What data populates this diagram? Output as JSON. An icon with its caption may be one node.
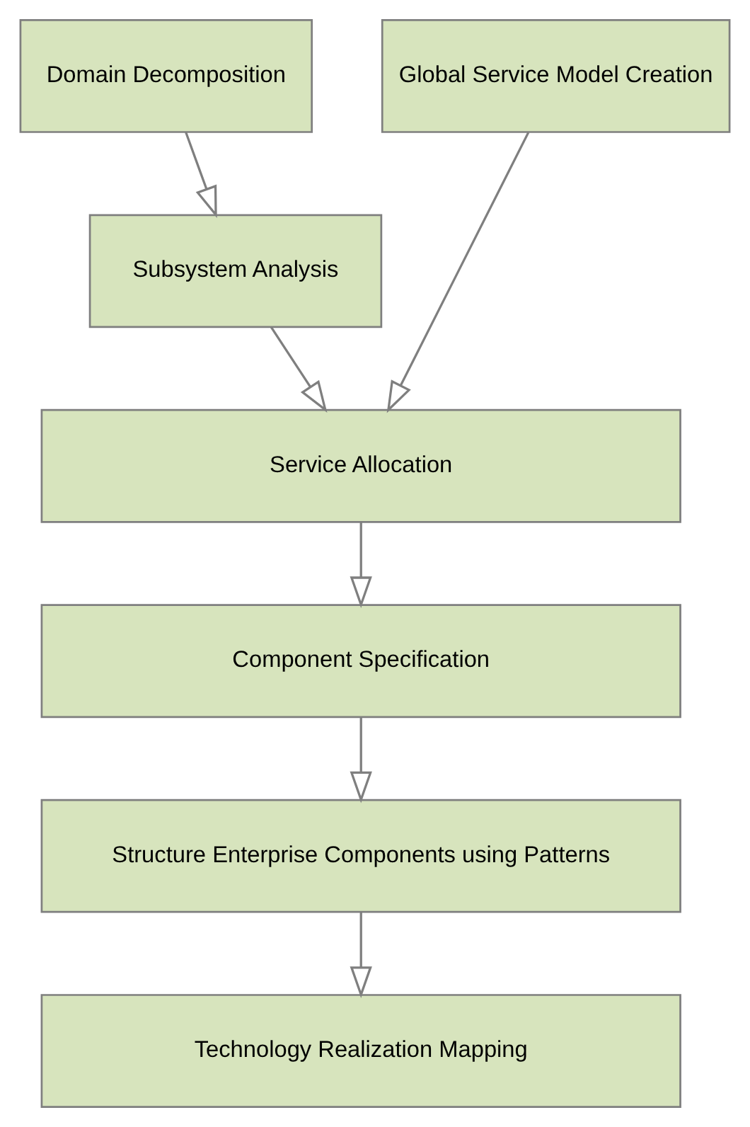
{
  "diagram": {
    "nodes": [
      {
        "text": [
          "Domain Decomposition"
        ]
      },
      {
        "text": [
          "Global Service Model Creation"
        ]
      },
      {
        "text": [
          "Subsystem Analysis"
        ]
      },
      {
        "text": [
          "Service Allocation"
        ]
      },
      {
        "text": [
          "Component Specification"
        ]
      },
      {
        "text": [
          "Structure Enterprise Components using Patterns"
        ]
      },
      {
        "text": [
          "Technology Realization Mapping"
        ]
      }
    ],
    "edges": [
      {
        "from": 0,
        "to": 2,
        "arrow": "to"
      },
      {
        "from": 2,
        "to": 3,
        "arrow": "to"
      },
      {
        "from": 1,
        "to": 3,
        "arrow": "to"
      },
      {
        "from": 3,
        "to": 4,
        "arrow": "to"
      },
      {
        "from": 4,
        "to": 5,
        "arrow": "to"
      },
      {
        "from": 5,
        "to": 6,
        "arrow": "to"
      }
    ]
  }
}
